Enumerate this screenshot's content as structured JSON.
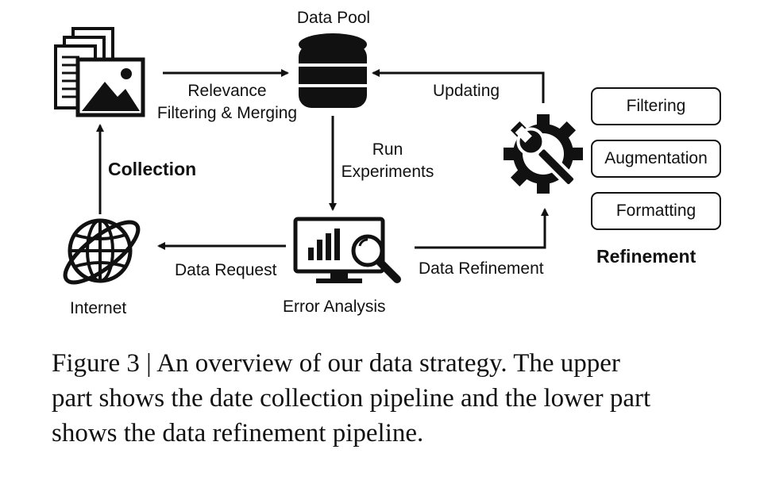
{
  "nodes": {
    "data_pool": "Data Pool",
    "internet": "Internet",
    "error_analysis": "Error Analysis"
  },
  "edges": {
    "relevance_1": "Relevance",
    "relevance_2": "Filtering & Merging",
    "updating": "Updating",
    "run_1": "Run",
    "run_2": "Experiments",
    "data_request": "Data Request",
    "data_refinement": "Data Refinement"
  },
  "groups": {
    "collection": "Collection",
    "refinement": "Refinement"
  },
  "refinement_steps": [
    "Filtering",
    "Augmentation",
    "Formatting"
  ],
  "caption": {
    "line1": "Figure 3 | An overview of our data strategy. The upper",
    "line2": "part shows the date collection pipeline and the lower part",
    "line3": "shows the data refinement pipeline."
  },
  "icons": {
    "documents": "documents-image-icon",
    "database": "database-icon",
    "gear": "gear-wrench-icon",
    "globe": "globe-icon",
    "monitor": "monitor-chart-magnifier-icon"
  }
}
